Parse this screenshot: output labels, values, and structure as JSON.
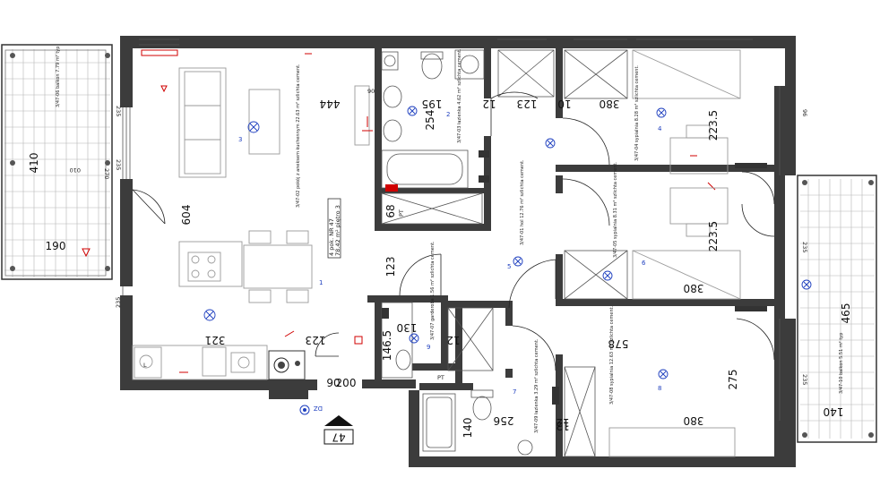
{
  "plan": {
    "dimensions": {
      "balcony_left_height": "410",
      "balcony_left_width": "190",
      "living_top": "444",
      "living_height": "604",
      "kitchen_width": "321",
      "hall_123a": "123",
      "hall_123b": "123",
      "bath_top": "195",
      "bath_height": "254",
      "bath_68": "68",
      "bath_12a": "12",
      "bath_12b": "12",
      "corr_123": "123",
      "corr_10": "10",
      "bed1_width": "380",
      "bed1_height": "223.5",
      "bed2_width": "380",
      "bed2_height": "223.5",
      "bed3_top": "578",
      "bed3_width": "380",
      "bed3_height": "275",
      "bed3_12": "12",
      "toilet_130": "130",
      "toilet_146": "146.5",
      "wc_256": "256",
      "wc_140": "140",
      "wc_12": "12",
      "balcony_right_height": "465",
      "balcony_right_width": "140",
      "door_90": "90",
      "door_200": "200",
      "entry_47": "47",
      "dz_label": "DZ"
    },
    "rooms": {
      "living": "3/47-02 pokój z aneksem kuchennym 22.63 m² szlichta cement.",
      "bath": "3/47-03 łazienka 4.62 m² szlichta cement.",
      "hall": "3/47-01 hol 12.76 m² szlichta cement.",
      "bed1": "3/47-04 sypialnia 8.28 m² szlichta cement.",
      "bed2": "3/47-05 sypialnia 8.31 m² szlichta cement.",
      "toilet": "3/47-07 garderoba 1.56 m² szlichta cement.",
      "wc": "3/47-09 łazienka 3.29 m² szlichta cement.",
      "bed3": "3/47-08 sypialnia 12.63 m² szlichta cement.",
      "balcony_left": "3/47-06 balkon 7.79 m² typ",
      "balcony_right": "3/47-10 balkon 5.51 m² typ"
    },
    "flat_label": {
      "line1": "4 pok. NR 47",
      "line2": "78.42 m² piętro 3"
    },
    "markers": {
      "room_1": "1",
      "room_2": "2",
      "room_3": "3",
      "room_4": "4",
      "room_5": "5",
      "room_6": "6",
      "room_7": "7",
      "room_8": "8",
      "room_9": "9",
      "pt": "PT",
      "pt2": "PT",
      "l_mark": "L"
    },
    "heights": {
      "h1": "270",
      "h2": "010",
      "h3": "235",
      "h4": "235",
      "h5": "96",
      "h6": "235",
      "h7": "235",
      "h8": "90",
      "h9": "235"
    }
  }
}
